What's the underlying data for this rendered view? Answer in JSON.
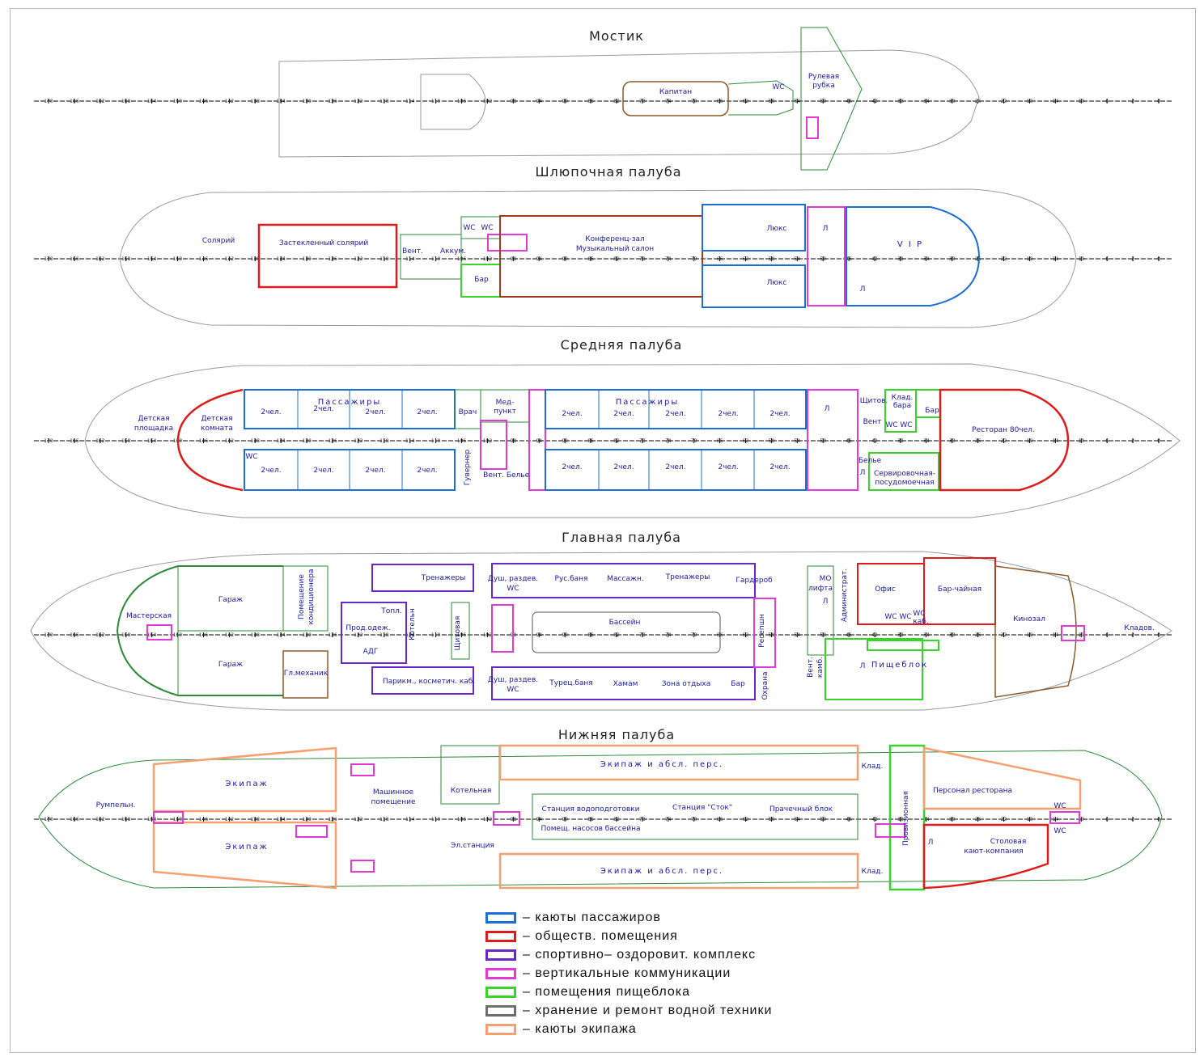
{
  "decks": {
    "bridge": {
      "title": "Мостик",
      "rooms": {
        "captain": "Капитан",
        "wc": "WC",
        "wheelhouse_1": "Рулевая",
        "wheelhouse_2": "рубка"
      }
    },
    "boat": {
      "title": "Шлюпочная палуба",
      "rooms": {
        "solarium": "Солярий",
        "glazed_solarium": "Застекленный солярий",
        "vent": "Вент.",
        "accum": "Аккум.",
        "wc1": "WC",
        "wc2": "WC",
        "bar": "Бар",
        "conf_1": "Конференц-зал",
        "conf_2": "Музыкальный салон",
        "lux_top": "Люкс",
        "lux_bottom": "Люкс",
        "lift1": "Л",
        "lift2": "Л",
        "vip": "V I P"
      }
    },
    "middle": {
      "title": "Средняя палуба",
      "rooms": {
        "kids_area_1": "Детская",
        "kids_area_2": "площадка",
        "kids_room_1": "Детская",
        "kids_room_2": "комната",
        "passengers_a": "Пассажиры",
        "passengers_b": "Пассажиры",
        "cab2": "2чел.",
        "wc": "WC",
        "doctor": "Врач",
        "med_1": "Мед-",
        "med_2": "пункт",
        "gouverneur": "Гувернер",
        "vent": "Вент.",
        "linen": "Белье",
        "panel": "Щитов.",
        "store_bar_1": "Клад.",
        "store_bar_2": "бара",
        "bar": "Бар",
        "vent2": "Вент",
        "wc_a": "WC",
        "wc_b": "WC",
        "linen2": "Белье",
        "lift": "Л",
        "lift2": "Л",
        "serv_1": "Сервировочная-",
        "serv_2": "посудомоечная",
        "restaurant": "Ресторан 80чел."
      }
    },
    "main": {
      "title": "Главная палуба",
      "rooms": {
        "workshop": "Мастерская",
        "garage_top": "Гараж",
        "garage_bottom": "Гараж",
        "ac_1": "Помещение",
        "ac_2": "кондиционера",
        "chief_mech": "Гл.механик",
        "provisions": "Прод.одеж.",
        "adg": "АДГ",
        "fuel": "Топл.",
        "boiler": "Котельн",
        "panel": "Щитовая",
        "gym_top": "Тренажеры",
        "hair": "Парикм., косметич. каб.",
        "shower_top_1": "Душ, раздев.",
        "shower_top_2": "WC",
        "rus_bath": "Рус.баня",
        "massage": "Массажн.",
        "gym_main": "Тренажеры",
        "wardrobe": "Гардероб",
        "pool": "Бассейн",
        "shower_bot_1": "Душ, раздев.",
        "shower_bot_2": "WC",
        "turk_bath": "Турец.баня",
        "hamam": "Хамам",
        "rest_zone": "Зона отдыха",
        "bar": "Бар",
        "reception": "Ресепшн",
        "guard": "Охрана",
        "mo_1": "МО",
        "mo_2": "лифта",
        "admin": "Администрат.",
        "vent_1": "Вент.",
        "vent_2": "камб.",
        "office": "Офис",
        "bar_tea": "Бар-чайная",
        "wc1": "WC",
        "wc2": "WC",
        "wc_cab_1": "WC",
        "wc_cab_2": "каб.",
        "galley": "Пищеблок",
        "lift_g": "Л",
        "lift_m": "Л",
        "cinema": "Кинозал",
        "store": "Кладов."
      }
    },
    "lower": {
      "title": "Нижняя палуба",
      "rooms": {
        "steering": "Румпельн.",
        "crew_top": "Экипаж",
        "crew_bottom": "Экипаж",
        "engine_1": "Машинное",
        "engine_2": "помещение",
        "boiler": "Котельная",
        "power": "Эл.станция",
        "crew_staff_top": "Экипаж и абсл. перс.",
        "crew_staff_bottom": "Экипаж и абсл. перс.",
        "water": "Станция водоподготовки",
        "sewage": "Станция \"Сток\"",
        "laundry": "Прачечный блок",
        "pool_pumps": "Помещ. насосов бассейна",
        "store_top": "Клад.",
        "store_bottom": "Клад.",
        "prov": "Провизионная",
        "lift": "Л",
        "restaurant_staff": "Персонал ресторана",
        "wc1": "WC",
        "wc2": "WC",
        "mess_1": "Столовая",
        "mess_2": "кают-компания"
      }
    }
  },
  "frame_labels": [
    "170",
    "166",
    "162",
    "158",
    "154",
    "150",
    "146",
    "142",
    "138",
    "134",
    "130",
    "126",
    "122",
    "118",
    "114",
    "110",
    "106",
    "102",
    "98",
    "94",
    "90",
    "86",
    "82",
    "78",
    "74",
    "70",
    "66",
    "62",
    "58",
    "54",
    "50",
    "46",
    "42",
    "38",
    "34",
    "30",
    "26",
    "22",
    "18",
    "14",
    "10",
    "6",
    "2",
    "0"
  ],
  "legend": [
    {
      "label": "– каюты пассажиров",
      "color": "#1c6fd6"
    },
    {
      "label": "– обществ. помещения",
      "color": "#e01b1b"
    },
    {
      "label": "– спортивно– оздоровит. комплекс",
      "color": "#6a28c8"
    },
    {
      "label": "– вертикальные коммуникации",
      "color": "#e23ad6"
    },
    {
      "label": "– помещения пищеблока",
      "color": "#37d52a"
    },
    {
      "label": "– хранение и ремонт водной техники",
      "color": "#6e6e6e"
    },
    {
      "label": "– каюты экипажа",
      "color": "#f4a070"
    }
  ],
  "colors": {
    "passenger": "#1c6fd6",
    "public": "#e01b1b",
    "sport": "#6a28c8",
    "vertical": "#e23ad6",
    "galley": "#37d52a",
    "storage": "#6e6e6e",
    "crew": "#f4a070",
    "hull": "#9a9a9a",
    "structure": "#2e8b3a",
    "brown": "#8b5a2b"
  }
}
